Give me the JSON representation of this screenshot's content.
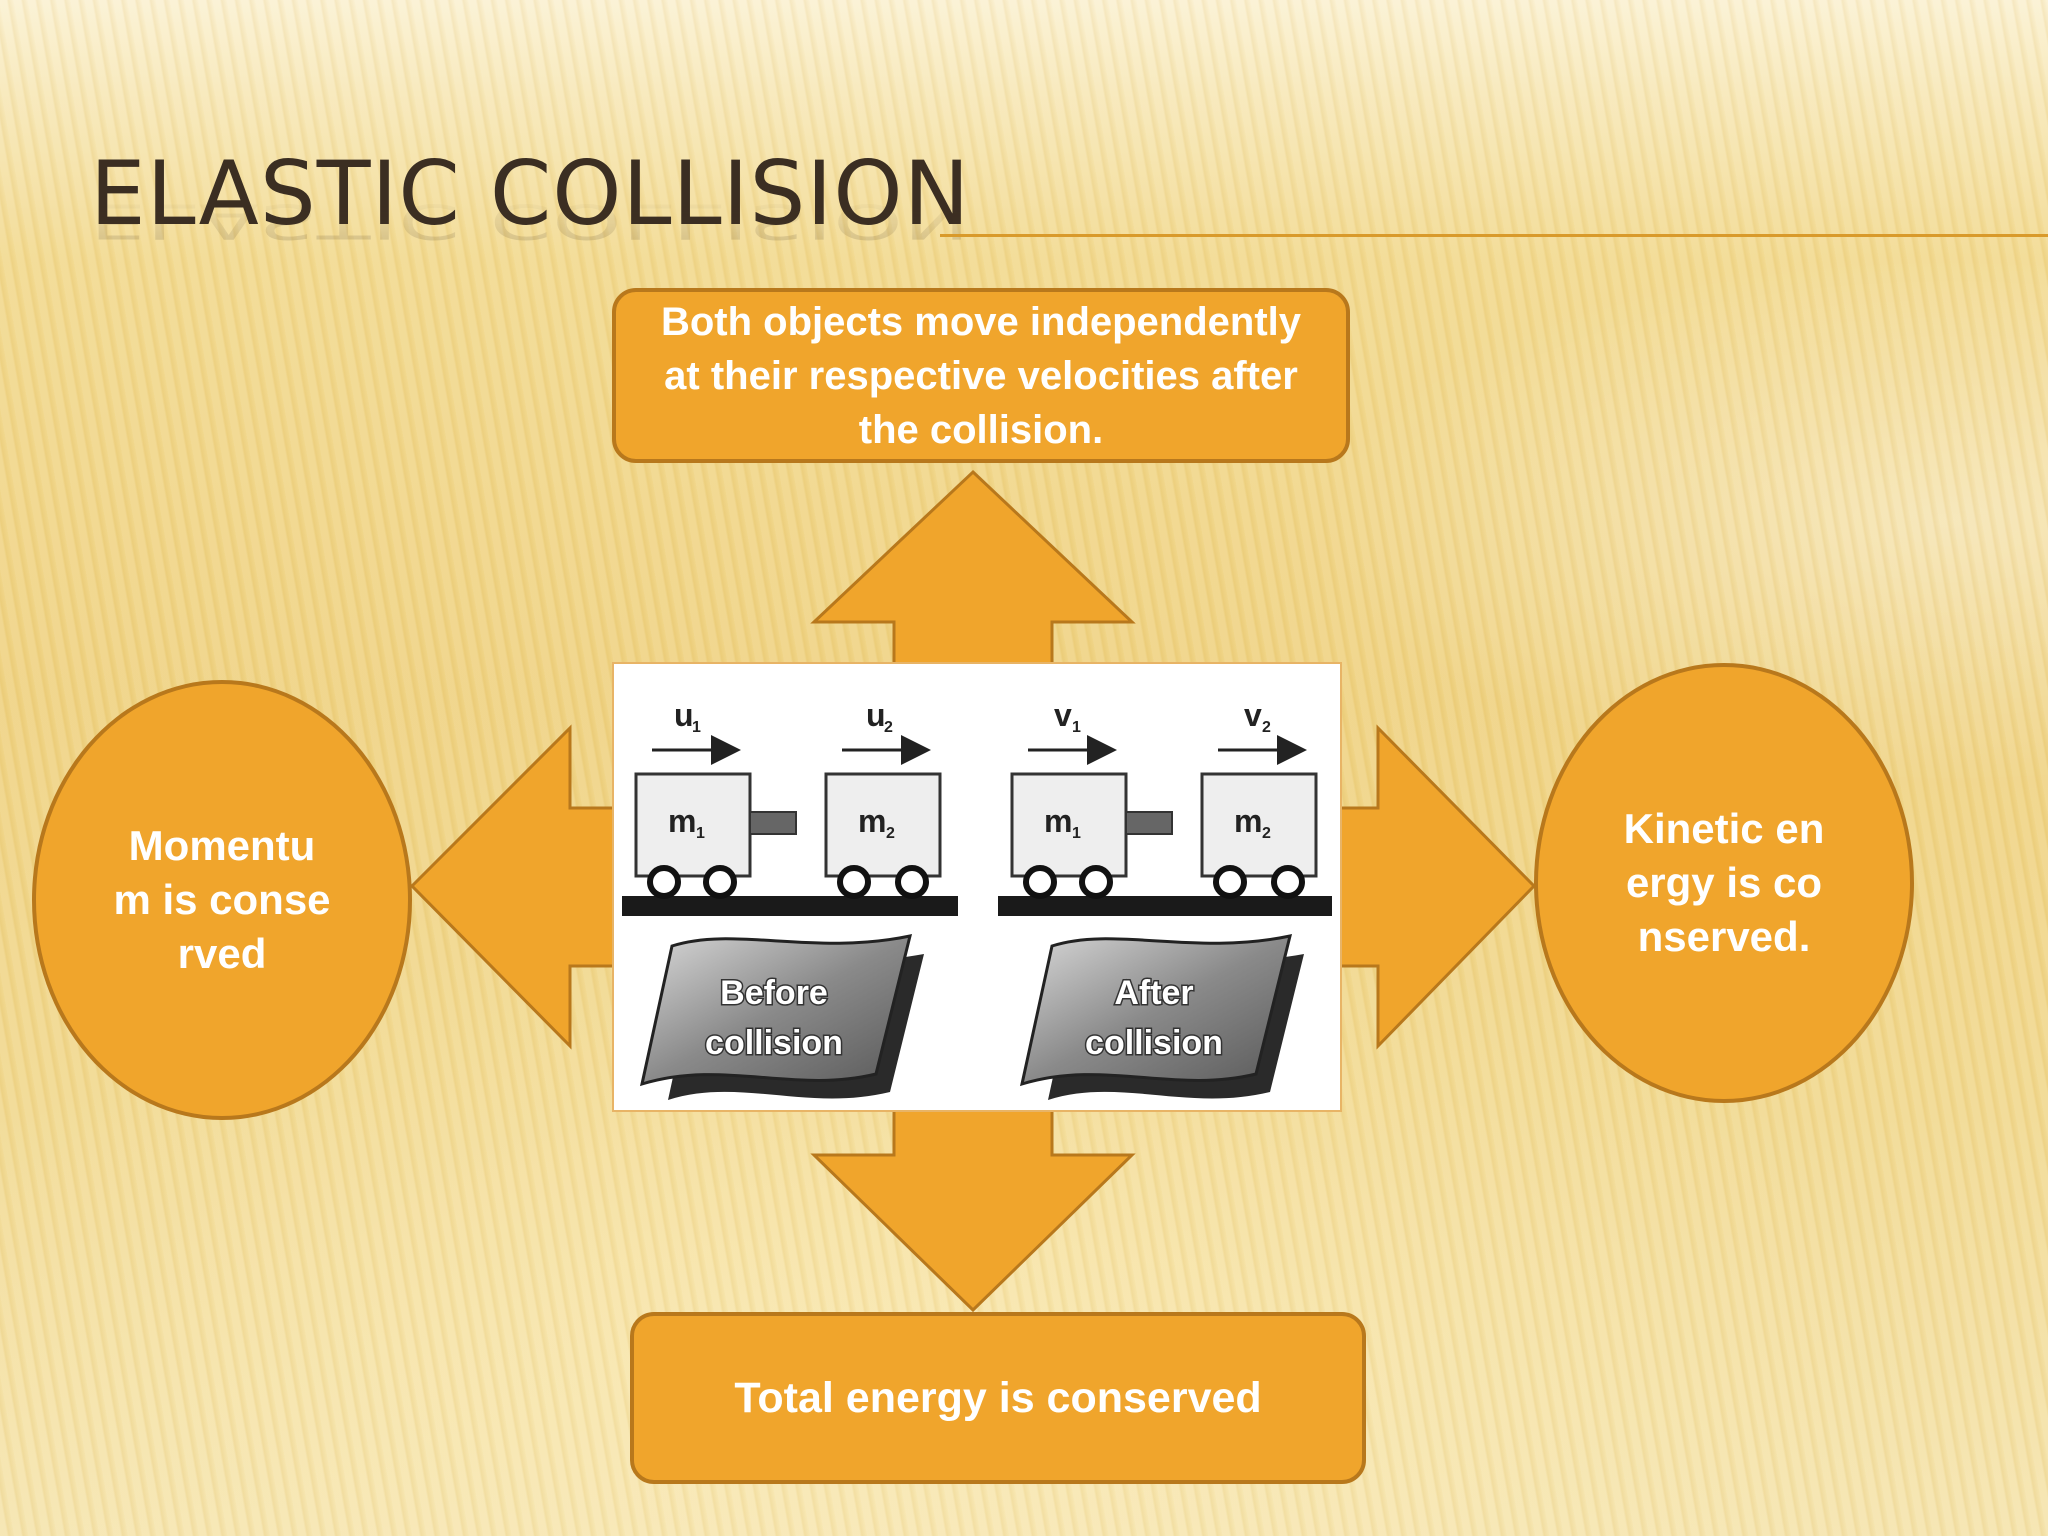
{
  "slide": {
    "title": "ELASTIC COLLISION",
    "top_box": "Both objects move independently at their respective velocities after the collision.",
    "bottom_box": "Total energy is conserved",
    "left_oval": "Momentum is conserved",
    "right_oval": "Kinetic energy is conserved."
  },
  "figure": {
    "velocity_labels": [
      {
        "main": "u",
        "sub": "1"
      },
      {
        "main": "u",
        "sub": "2"
      },
      {
        "main": "v",
        "sub": "1"
      },
      {
        "main": "v",
        "sub": "2"
      }
    ],
    "mass_labels": [
      {
        "main": "m",
        "sub": "1"
      },
      {
        "main": "m",
        "sub": "2"
      },
      {
        "main": "m",
        "sub": "1"
      },
      {
        "main": "m",
        "sub": "2"
      }
    ],
    "before_banner": [
      "Before",
      "collision"
    ],
    "after_banner": [
      "After",
      "collision"
    ]
  },
  "colors": {
    "accent": "#f0a52c",
    "accent_border": "#b8781c",
    "title_text": "#3b2e22",
    "rule": "#d99a2b"
  }
}
